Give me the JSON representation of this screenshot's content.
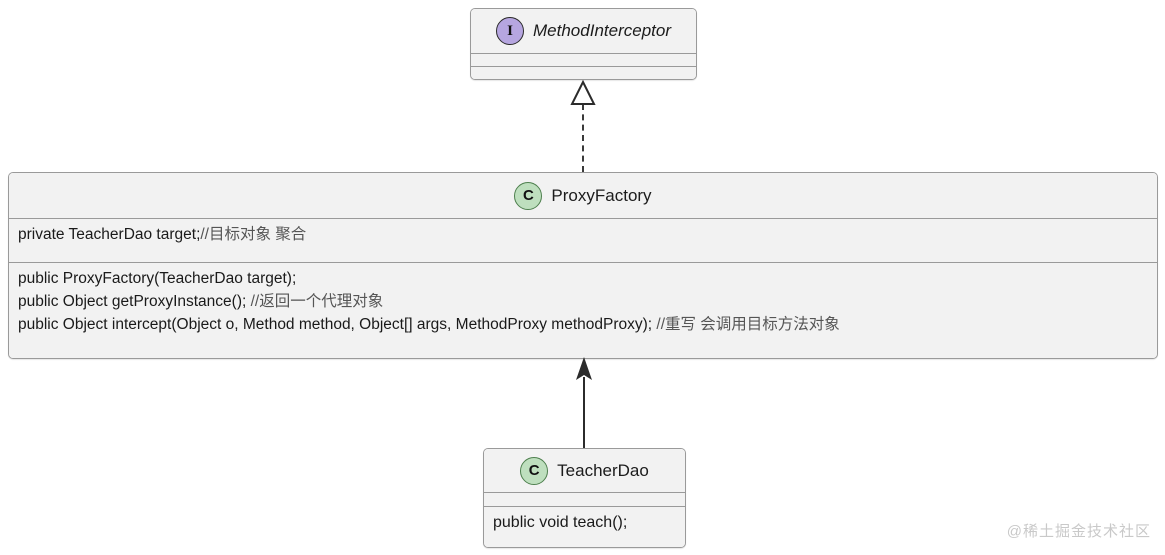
{
  "diagram": {
    "type": "uml-class-diagram",
    "background_color": "#ffffff",
    "box_fill_color": "#f2f2f2",
    "box_border_color": "#9a9a9a",
    "interface_icon_color": "#b6a6e0",
    "class_icon_color": "#bedfbe",
    "comment_text_color": "#555555"
  },
  "interface_box": {
    "icon_label": "I",
    "icon_name": "interface-stereotype-icon",
    "title": "MethodInterceptor",
    "attributes": [],
    "operations": []
  },
  "proxy_factory_box": {
    "icon_label": "C",
    "icon_name": "class-stereotype-icon",
    "title": "ProxyFactory",
    "attributes": [
      {
        "code": "private TeacherDao target;",
        "comment": "//目标对象 聚合"
      }
    ],
    "operations": [
      {
        "code": "public ProxyFactory(TeacherDao target);",
        "comment": ""
      },
      {
        "code": "public Object getProxyInstance(); ",
        "comment": "//返回一个代理对象"
      },
      {
        "code": "public Object intercept(Object o, Method method, Object[] args, MethodProxy methodProxy); ",
        "comment": "//重写 会调用目标方法对象"
      }
    ]
  },
  "teacher_dao_box": {
    "icon_label": "C",
    "icon_name": "class-stereotype-icon",
    "title": "TeacherDao",
    "attributes": [],
    "operations": [
      {
        "code": "public void teach();",
        "comment": ""
      }
    ]
  },
  "connectors": [
    {
      "name": "realization-methodinterceptor",
      "from": "ProxyFactory",
      "to": "MethodInterceptor",
      "style": "dashed",
      "arrowhead": "hollow-triangle",
      "relation": "realization"
    },
    {
      "name": "association-teacherdao",
      "from": "TeacherDao",
      "to": "ProxyFactory",
      "style": "solid",
      "arrowhead": "filled-triangle",
      "relation": "association"
    }
  ],
  "watermark": {
    "text": "@稀土掘金技术社区"
  }
}
